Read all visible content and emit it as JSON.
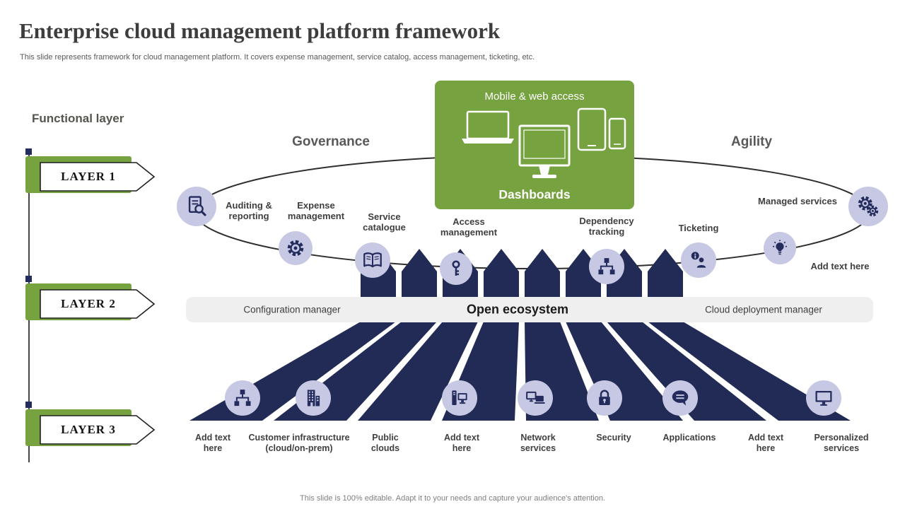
{
  "slide": {
    "title": "Enterprise cloud management platform framework",
    "subtitle": "This slide represents framework for cloud management platform. It covers expense management, service catalog, access management, ticketing, etc.",
    "footer": "This slide is 100% editable. Adapt it to your needs and capture your audience's attention."
  },
  "functional_layer": {
    "heading": "Functional layer",
    "layers": [
      {
        "label": "LAYER 1"
      },
      {
        "label": "LAYER 2"
      },
      {
        "label": "LAYER 3"
      }
    ]
  },
  "sections": {
    "governance": "Governance",
    "agility": "Agility"
  },
  "dashboard": {
    "top_label": "Mobile & web access",
    "bottom_label": "Dashboards"
  },
  "ring": [
    {
      "label": "Auditing & reporting",
      "icon": "document-search-icon"
    },
    {
      "label": "Expense management",
      "icon": "gear-icon"
    },
    {
      "label": "Service catalogue",
      "icon": "open-book-icon"
    },
    {
      "label": "Access management",
      "icon": "key-icon"
    },
    {
      "label": "Dependency tracking",
      "icon": "hierarchy-icon"
    },
    {
      "label": "Ticketing",
      "icon": "person-info-icon"
    },
    {
      "label": "Add text here",
      "icon": "lightbulb-icon"
    },
    {
      "label": "Managed services",
      "icon": "gears-icon"
    }
  ],
  "ecosystem_band": {
    "left": "Configuration manager",
    "center": "Open ecosystem",
    "right": "Cloud deployment manager"
  },
  "bottom": [
    {
      "label": "Add text here",
      "icon": "hierarchy-icon"
    },
    {
      "label": "Customer infrastructure (cloud/on-prem)",
      "icon": "building-icon"
    },
    {
      "label": "Public clouds",
      "icon": ""
    },
    {
      "label": "Add text here",
      "icon": "computer-icon"
    },
    {
      "label": "Network services",
      "icon": "devices-icon"
    },
    {
      "label": "Security",
      "icon": "lock-icon"
    },
    {
      "label": "Applications",
      "icon": "chat-icon"
    },
    {
      "label": "Add text here",
      "icon": ""
    },
    {
      "label": "Personalized services",
      "icon": "monitor-icon"
    }
  ],
  "colors": {
    "accent_green": "#76A240",
    "navy": "#232C5D",
    "lavender": "#C7C8E3",
    "band_gray": "#EFEFEF"
  }
}
